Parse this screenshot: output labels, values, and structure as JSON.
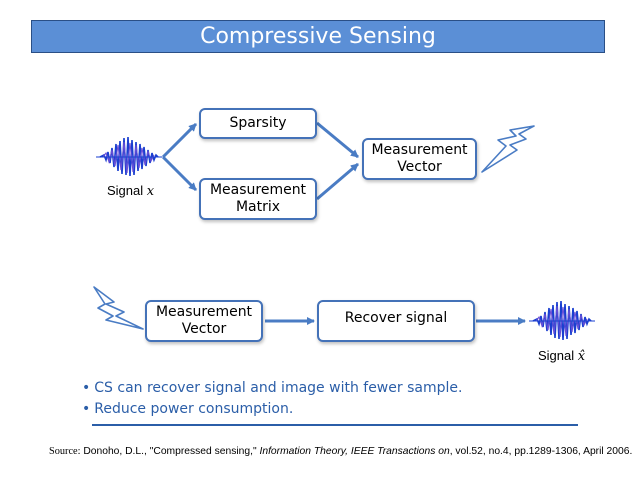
{
  "title": "Compressive Sensing",
  "top_diagram": {
    "sparsity_label": "Sparsity",
    "matrix_label": "Measurement\nMatrix",
    "measurement_vector_label": "Measurement\nVector",
    "signal_text": "Signal ",
    "signal_var": "x"
  },
  "bottom_diagram": {
    "measurement_vector_label": "Measurement\nVector",
    "recover_label": "Recover signal",
    "signal_text": "Signal ",
    "signal_var": "x̂"
  },
  "bullets": [
    "CS can recover signal and image with fewer sample.",
    "Reduce power consumption."
  ],
  "source": {
    "lead": "Source:",
    "authors": " Donoho, D.L., \"Compressed sensing,\" ",
    "journal": "Information Theory, IEEE Transactions on",
    "details": ", vol.52, no.4, pp.1289-1306, April 2006."
  },
  "colors": {
    "title_bg": "#5b8fd6",
    "box_border": "#4472b8",
    "arrow": "#4a7cc4",
    "bullet_text": "#2b5ea8",
    "waveform": "#1a3fd0"
  },
  "icons": [
    "waveform-icon",
    "lightning-icon"
  ]
}
